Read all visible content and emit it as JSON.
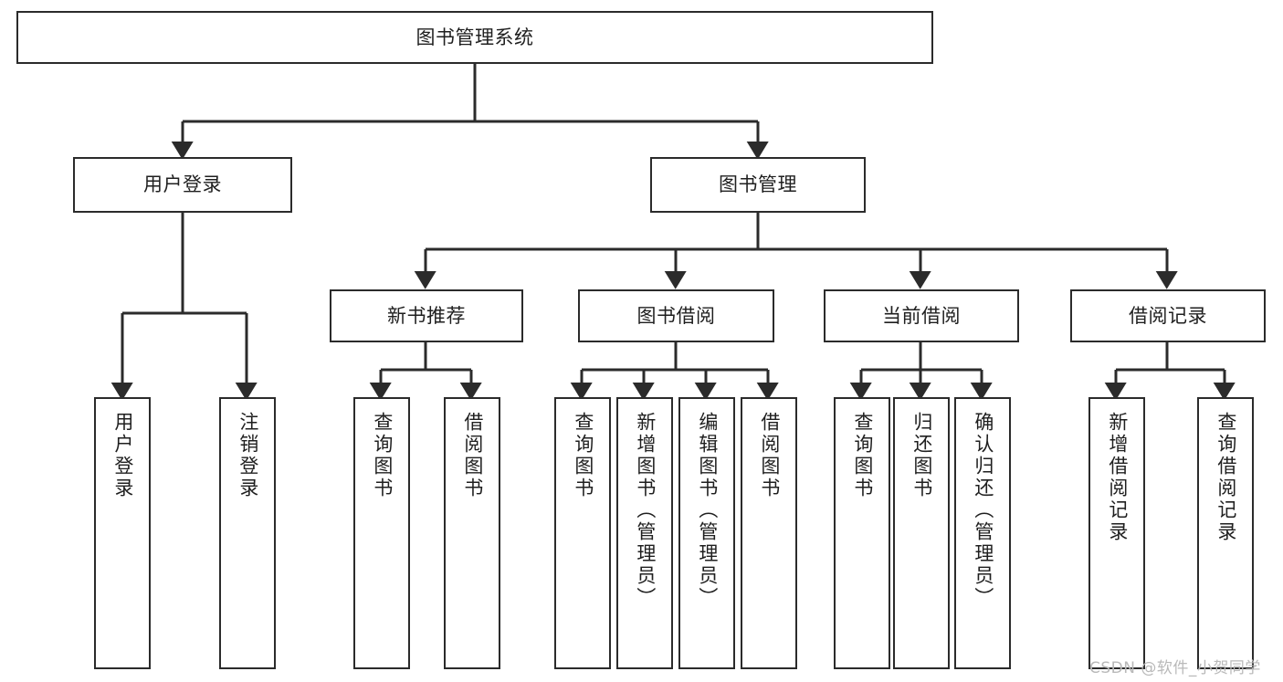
{
  "diagram": {
    "title": "图书管理系统",
    "type": "tree-hierarchy-chart",
    "stroke_color": "#2b2b2b",
    "text_color": "#1f1f1f",
    "background_color": "#ffffff"
  },
  "root": {
    "label": "图书管理系统"
  },
  "level2": [
    {
      "label": "用户登录"
    },
    {
      "label": "图书管理"
    }
  ],
  "level3": [
    {
      "label": "新书推荐"
    },
    {
      "label": "图书借阅"
    },
    {
      "label": "当前借阅"
    },
    {
      "label": "借阅记录"
    }
  ],
  "leaves": {
    "user_login": [
      {
        "label": "用户登录"
      },
      {
        "label": "注销登录"
      }
    ],
    "new_book_recommend": [
      {
        "label": "查询图书"
      },
      {
        "label": "借阅图书"
      }
    ],
    "book_borrow": [
      {
        "label": "查询图书"
      },
      {
        "label": "新增图书（管理员）"
      },
      {
        "label": "编辑图书（管理员）"
      },
      {
        "label": "借阅图书"
      }
    ],
    "current_borrow": [
      {
        "label": "查询图书"
      },
      {
        "label": "归还图书"
      },
      {
        "label": "确认归还（管理员）"
      }
    ],
    "borrow_record": [
      {
        "label": "新增借阅记录"
      },
      {
        "label": "查询借阅记录"
      }
    ]
  },
  "watermark": {
    "text": "CSDN @软件_小贺同学"
  }
}
